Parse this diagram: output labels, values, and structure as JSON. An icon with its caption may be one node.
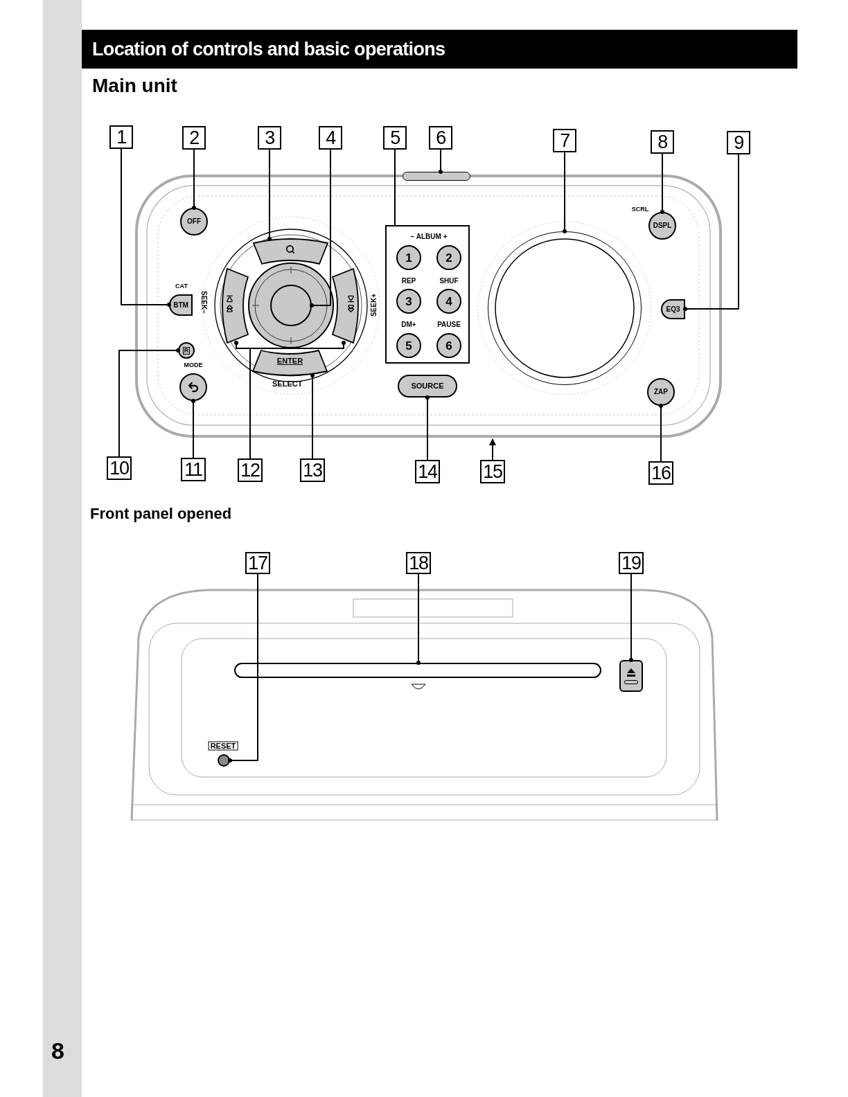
{
  "diagram": {
    "title": "Location of controls and basic operations",
    "nodes": [
      {
        "text": [
          "1"
        ]
      },
      {
        "text": [
          "2"
        ]
      },
      {
        "text": [
          "3"
        ]
      },
      {
        "text": [
          "4"
        ]
      },
      {
        "text": [
          "5"
        ]
      },
      {
        "text": [
          "6"
        ]
      },
      {
        "text": [
          "7"
        ]
      },
      {
        "text": [
          "8"
        ]
      },
      {
        "text": [
          "9"
        ]
      },
      {
        "text": [
          "10"
        ]
      },
      {
        "text": [
          "11"
        ]
      },
      {
        "text": [
          "12"
        ]
      },
      {
        "text": [
          "13"
        ]
      },
      {
        "text": [
          "14"
        ]
      },
      {
        "text": [
          "15"
        ]
      },
      {
        "text": [
          "16"
        ]
      },
      {
        "text": [
          "17"
        ]
      },
      {
        "text": [
          "18"
        ]
      },
      {
        "text": [
          "19"
        ]
      },
      {
        "text": [
          "BTM"
        ],
        "beside": [
          "CAT"
        ]
      },
      {
        "text": [
          "OFF"
        ]
      },
      {
        "text": [],
        "shape": "button"
      },
      {
        "text": [],
        "shape": "circle"
      },
      {
        "text": [
          "− ALBUM +",
          "REP",
          "SHUF",
          "DM+",
          "PAUSE"
        ]
      },
      {
        "text": [
          "1"
        ],
        "in": 23
      },
      {
        "text": [
          "2"
        ],
        "in": 23
      },
      {
        "text": [
          "3"
        ],
        "in": 23
      },
      {
        "text": [
          "4"
        ],
        "in": 23
      },
      {
        "text": [
          "5"
        ],
        "in": 23
      },
      {
        "text": [
          "6"
        ],
        "in": 23
      },
      {
        "text": [],
        "shape": "bar"
      },
      {
        "text": [],
        "shape": "circle"
      },
      {
        "text": [
          "DSPL"
        ],
        "beside": [
          "SCRL"
        ]
      },
      {
        "text": [
          "EQ3"
        ]
      },
      {
        "text": [
          "R"
        ]
      },
      {
        "text": [],
        "shape": "circle",
        "beside": [
          "MODE"
        ]
      },
      {
        "text": [],
        "shape": "button"
      },
      {
        "text": [],
        "shape": "button"
      },
      {
        "text": [
          "ENTER"
        ]
      },
      {
        "text": [
          "SOURCE"
        ]
      },
      {
        "text": [
          "ZAP"
        ]
      },
      {
        "text": [],
        "shape": "circle",
        "beside": [
          "RESET"
        ]
      },
      {
        "text": [],
        "shape": "bar"
      },
      {
        "text": [],
        "shape": "button"
      }
    ],
    "edges": [
      {
        "from": 0,
        "to": 19,
        "arrow": "other"
      },
      {
        "from": 1,
        "to": 20,
        "arrow": "other"
      },
      {
        "from": 2,
        "to": 21,
        "arrow": "other"
      },
      {
        "from": 3,
        "to": 22,
        "arrow": "other"
      },
      {
        "from": 4,
        "to": 23,
        "arrow": "none"
      },
      {
        "from": 5,
        "to": 30,
        "arrow": "other"
      },
      {
        "from": 6,
        "to": 31,
        "arrow": "other"
      },
      {
        "from": 7,
        "to": 32,
        "arrow": "other"
      },
      {
        "from": 8,
        "to": 33,
        "arrow": "other"
      },
      {
        "from": 9,
        "to": 34,
        "arrow": "other"
      },
      {
        "from": 10,
        "to": 35,
        "arrow": "other"
      },
      {
        "from": 11,
        "to": 36,
        "arrow": "other"
      },
      {
        "from": 11,
        "to": 37,
        "arrow": "other"
      },
      {
        "from": 12,
        "to": 38,
        "arrow": "other"
      },
      {
        "from": 13,
        "to": 39,
        "arrow": "other"
      },
      {
        "from": 14,
        "to": null,
        "arrow": "to"
      },
      {
        "from": 15,
        "to": 40,
        "arrow": "other"
      },
      {
        "from": 16,
        "to": 41,
        "arrow": "other"
      },
      {
        "from": 17,
        "to": 42,
        "arrow": "other"
      },
      {
        "from": 18,
        "to": 43,
        "arrow": "other"
      }
    ],
    "labels": [
      "Main unit",
      "SEEK−",
      "SEEK+",
      "SELECT",
      "Front panel opened",
      "8"
    ]
  }
}
